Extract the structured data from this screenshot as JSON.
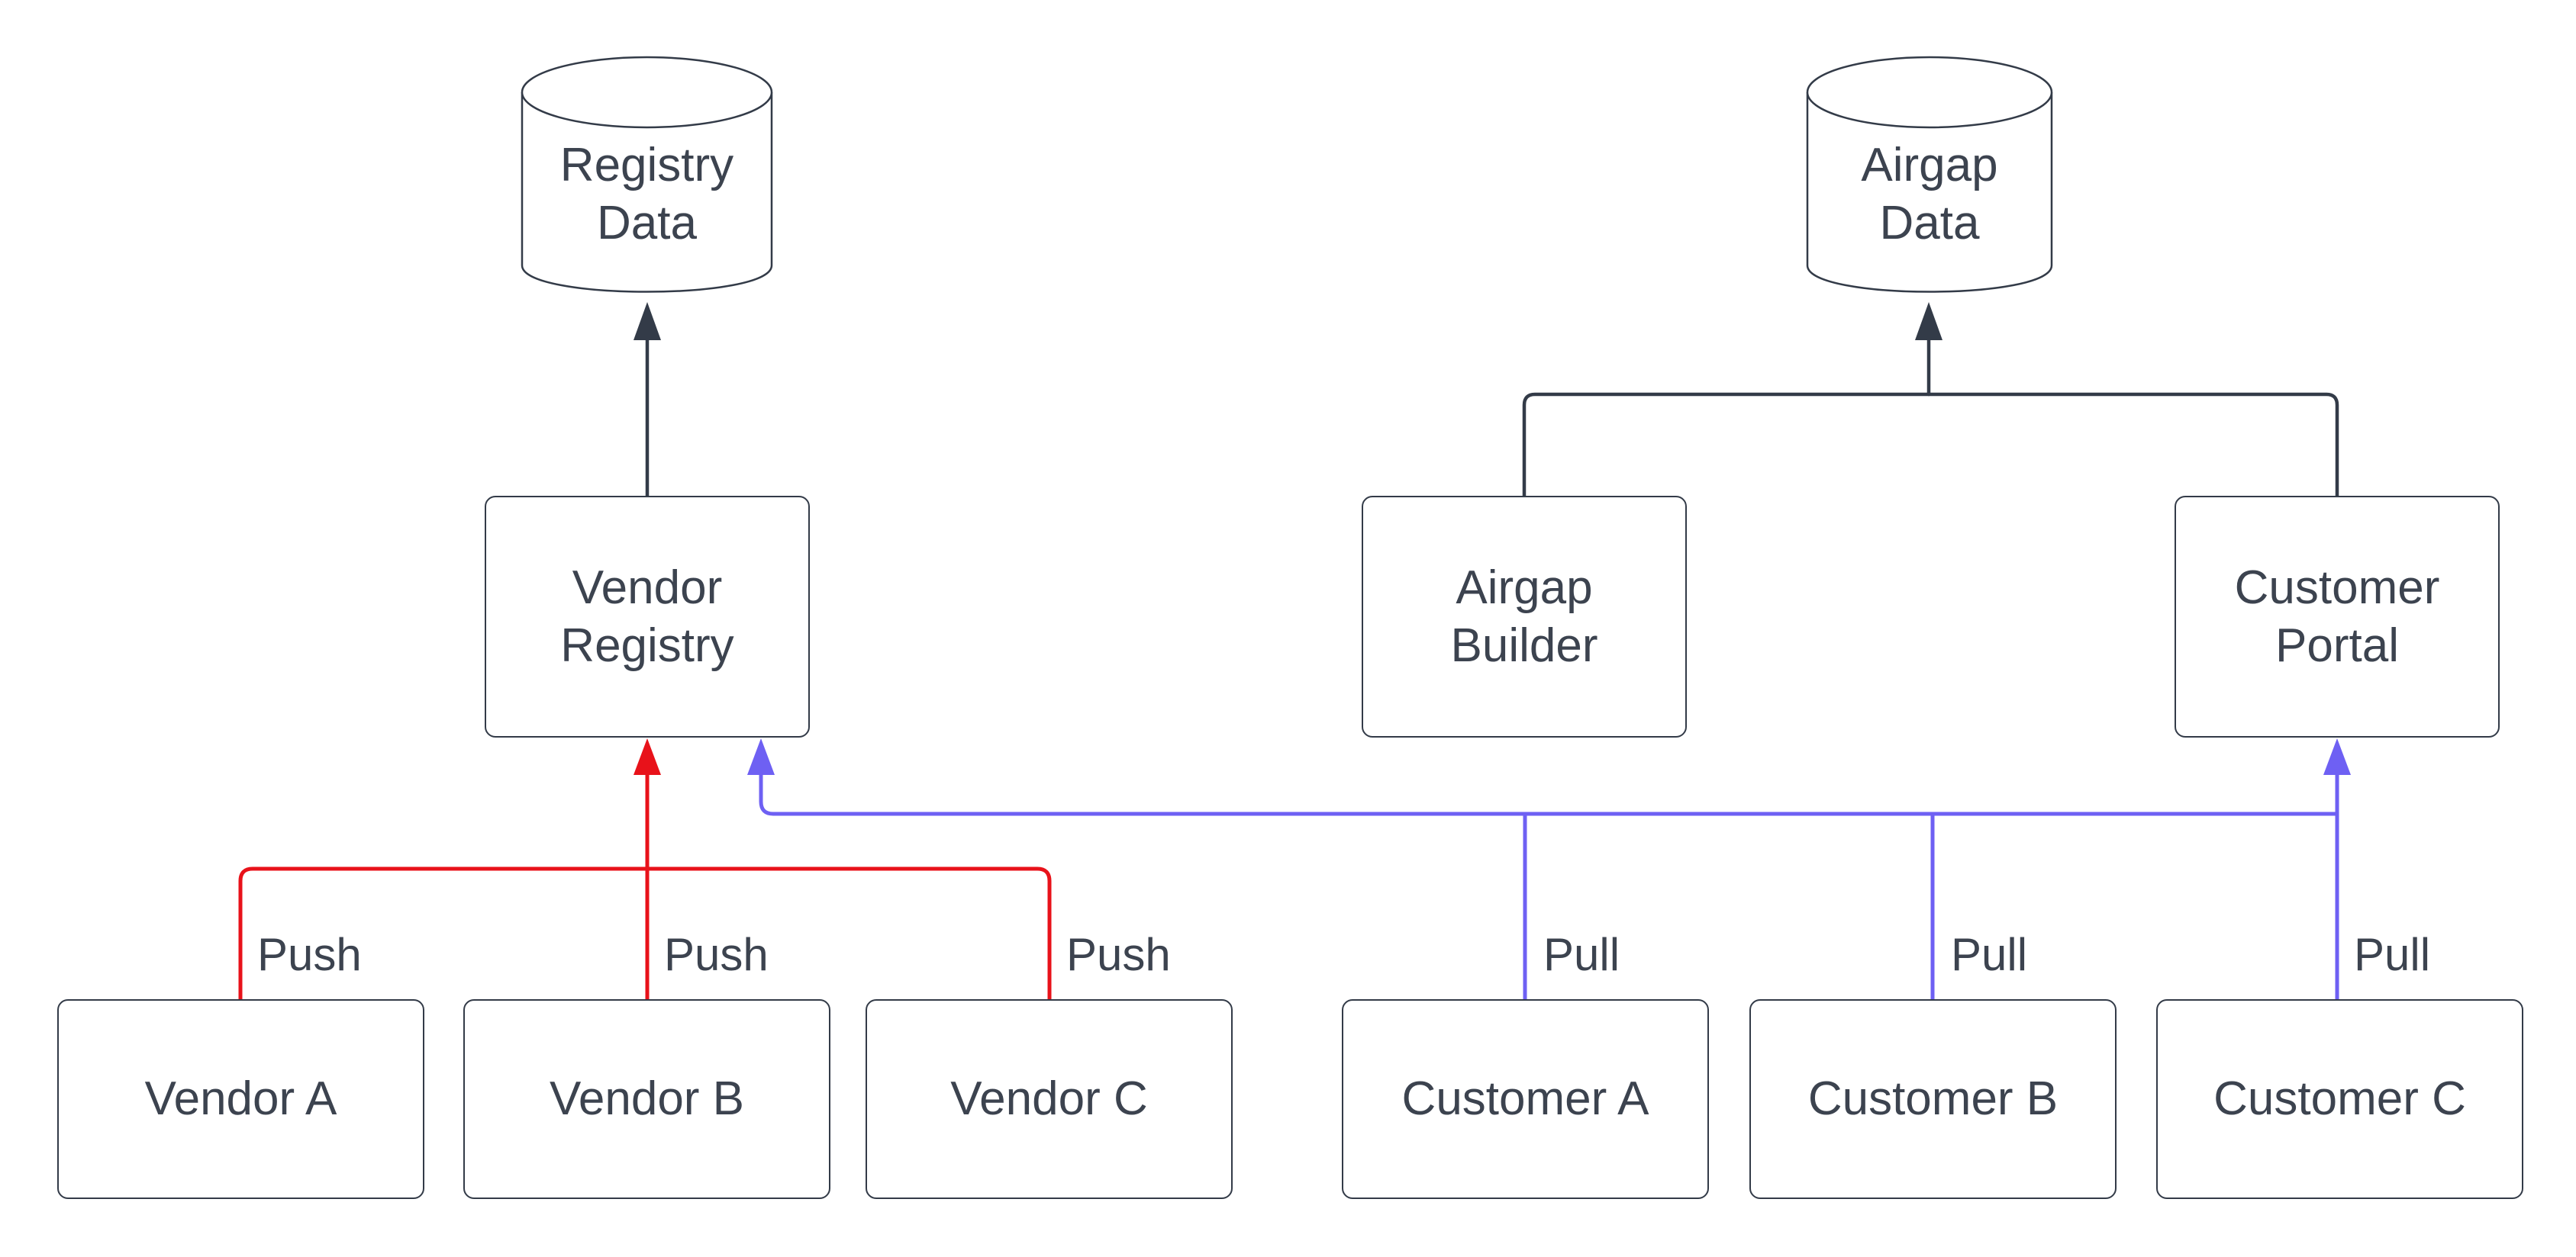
{
  "diagram": {
    "kind": "flowchart",
    "colors": {
      "node_stroke": "#333B48",
      "text": "#3C434F",
      "push_edge": "#E8121A",
      "pull_edge": "#6E60F3",
      "node_fill": "#FFFFFF",
      "background": "#FFFFFF"
    },
    "nodes": {
      "registry_data": {
        "shape": "cylinder",
        "line1": "Registry",
        "line2": "Data"
      },
      "airgap_data": {
        "shape": "cylinder",
        "line1": "Airgap",
        "line2": "Data"
      },
      "vendor_registry": {
        "shape": "rect",
        "line1": "Vendor",
        "line2": "Registry"
      },
      "airgap_builder": {
        "shape": "rect",
        "line1": "Airgap",
        "line2": "Builder"
      },
      "customer_portal": {
        "shape": "rect",
        "line1": "Customer",
        "line2": "Portal"
      },
      "vendor_a": {
        "shape": "rect",
        "label": "Vendor A"
      },
      "vendor_b": {
        "shape": "rect",
        "label": "Vendor B"
      },
      "vendor_c": {
        "shape": "rect",
        "label": "Vendor C"
      },
      "customer_a": {
        "shape": "rect",
        "label": "Customer A"
      },
      "customer_b": {
        "shape": "rect",
        "label": "Customer B"
      },
      "customer_c": {
        "shape": "rect",
        "label": "Customer C"
      }
    },
    "edges": [
      {
        "from": "vendor_registry",
        "to": "registry_data",
        "color": "dark",
        "label": ""
      },
      {
        "from": "airgap_builder",
        "to": "airgap_data",
        "color": "dark",
        "label": ""
      },
      {
        "from": "customer_portal",
        "to": "airgap_data",
        "color": "dark",
        "label": ""
      },
      {
        "from": "vendor_a",
        "to": "vendor_registry",
        "color": "red",
        "label": "Push"
      },
      {
        "from": "vendor_b",
        "to": "vendor_registry",
        "color": "red",
        "label": "Push"
      },
      {
        "from": "vendor_c",
        "to": "vendor_registry",
        "color": "red",
        "label": "Push"
      },
      {
        "from": "customer_a",
        "to": "customer_portal",
        "color": "blue",
        "label": "Pull"
      },
      {
        "from": "customer_b",
        "to": "customer_portal",
        "color": "blue",
        "label": "Pull"
      },
      {
        "from": "customer_c",
        "to": "customer_portal",
        "color": "blue",
        "label": "Pull"
      },
      {
        "from": "customer_group",
        "to": "vendor_registry",
        "color": "blue",
        "label": ""
      }
    ],
    "edge_labels": {
      "push_a": "Push",
      "push_b": "Push",
      "push_c": "Push",
      "pull_a": "Pull",
      "pull_b": "Pull",
      "pull_c": "Pull"
    }
  }
}
